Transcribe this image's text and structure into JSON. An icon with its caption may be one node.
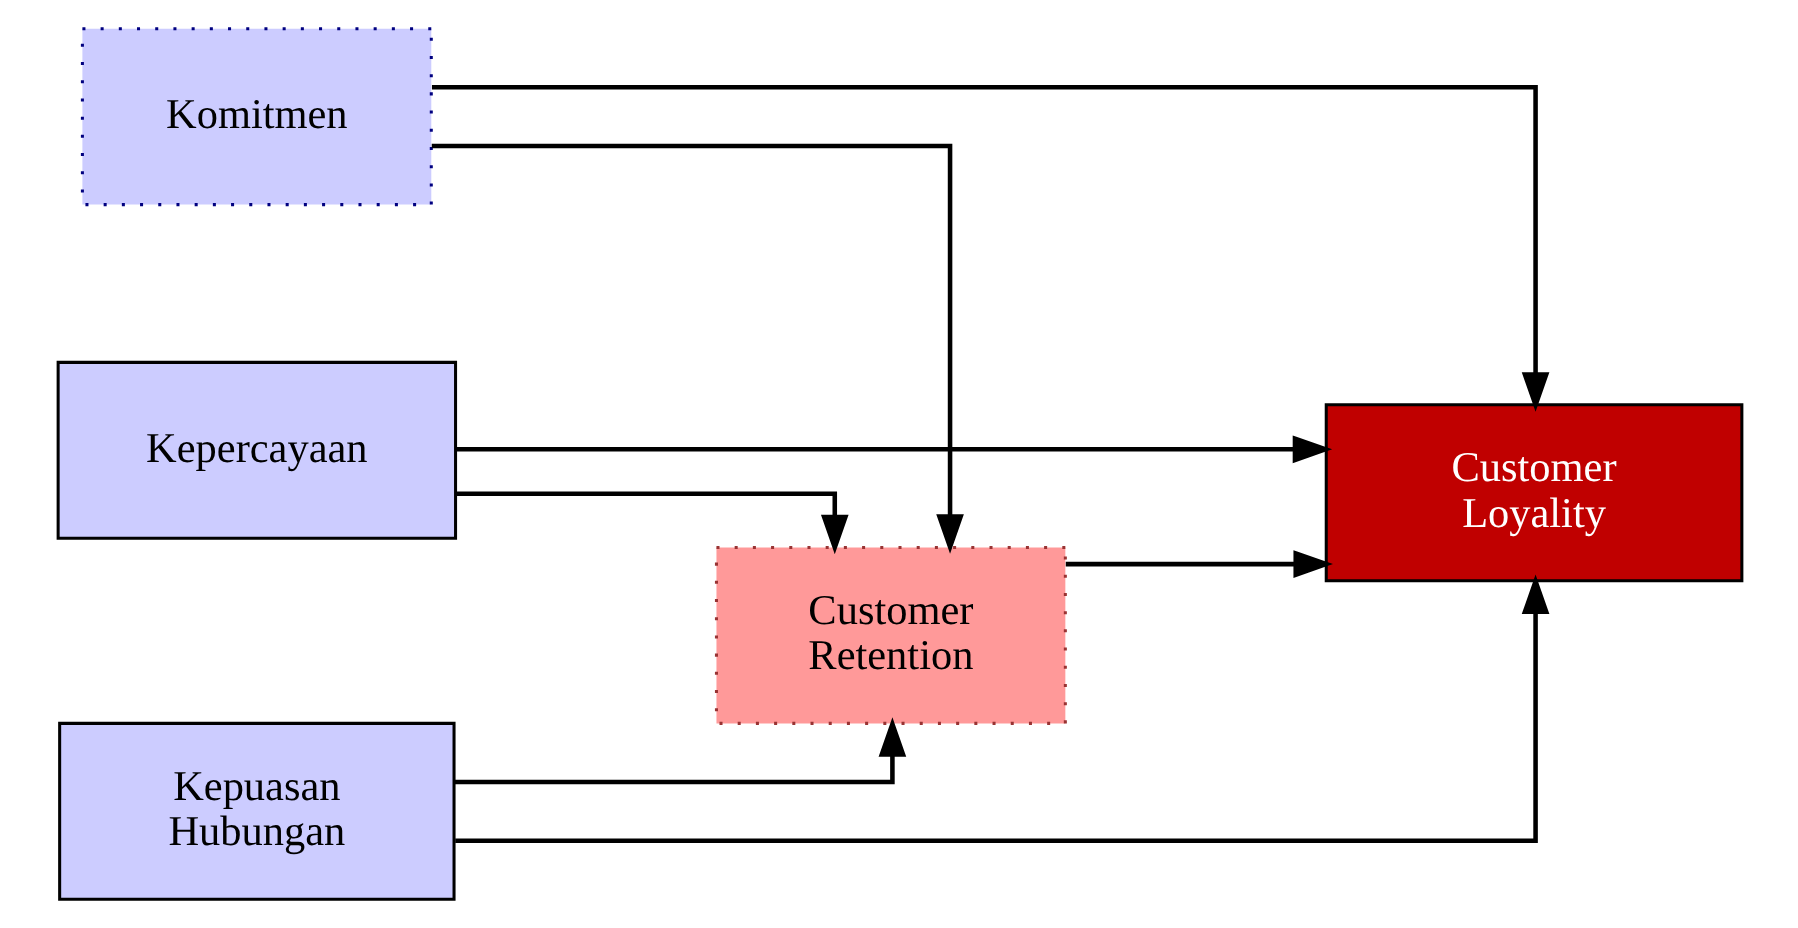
{
  "diagram": {
    "nodes": [
      {
        "text": [
          "Komitmen"
        ]
      },
      {
        "text": [
          "Kepercayaan"
        ]
      },
      {
        "text": [
          "Kepuasan Hubungan"
        ]
      },
      {
        "text": [
          "Customer Retention"
        ]
      },
      {
        "text": [
          "Customer Loyality"
        ]
      }
    ],
    "edges": [
      {
        "from": 0,
        "to": 4,
        "arrow": "to"
      },
      {
        "from": 0,
        "to": 3,
        "arrow": "to"
      },
      {
        "from": 1,
        "to": 4,
        "arrow": "to"
      },
      {
        "from": 1,
        "to": 3,
        "arrow": "to"
      },
      {
        "from": 3,
        "to": 4,
        "arrow": "to"
      },
      {
        "from": 2,
        "to": 3,
        "arrow": "to"
      },
      {
        "from": 2,
        "to": 4,
        "arrow": "to"
      }
    ]
  }
}
